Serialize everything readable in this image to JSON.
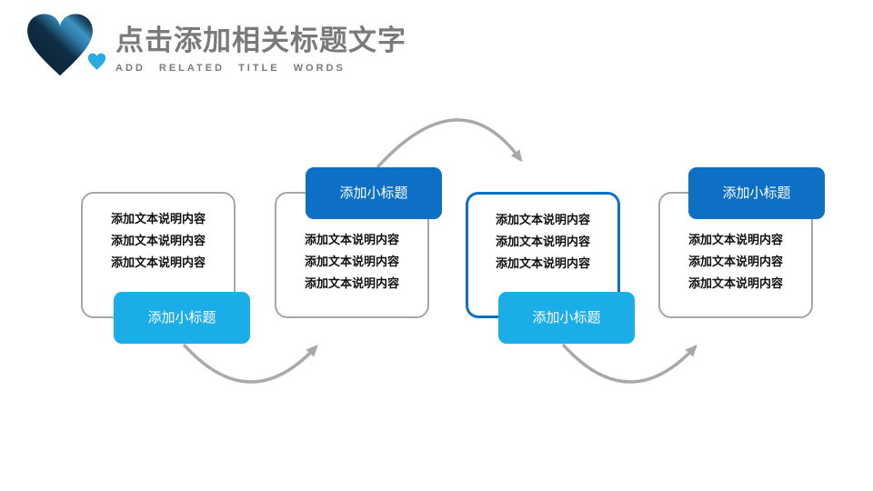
{
  "slide": {
    "title": "点击添加相关标题文字",
    "subtitle": "ADD RELATED TITLE WORDS"
  },
  "colors": {
    "title_text": "#7a7a7a",
    "dark_blue": "#0d70c4",
    "light_blue": "#1aade8",
    "box_border_gray": "#a6a6a6",
    "box_border_blue": "#0d70c4",
    "arrow_gray": "#a9a9a9",
    "body_text": "#111111",
    "label_text": "#ffffff",
    "heart_navy": "#0e2a3f",
    "heart_highlight": "#3d93c0",
    "heart_small_blue": "#29abe2"
  },
  "steps": [
    {
      "label": "添加小标题",
      "label_position": "bottom",
      "label_color": "light_blue",
      "lines": [
        "添加文本说明内容",
        "添加文本说明内容",
        "添加文本说明内容"
      ]
    },
    {
      "label": "添加小标题",
      "label_position": "top",
      "label_color": "dark_blue",
      "lines": [
        "添加文本说明内容",
        "添加文本说明内容",
        "添加文本说明内容"
      ]
    },
    {
      "label": "添加小标题",
      "label_position": "bottom",
      "label_color": "light_blue",
      "lines": [
        "添加文本说明内容",
        "添加文本说明内容",
        "添加文本说明内容"
      ]
    },
    {
      "label": "添加小标题",
      "label_position": "top",
      "label_color": "dark_blue",
      "lines": [
        "添加文本说明内容",
        "添加文本说明内容",
        "添加文本说明内容"
      ]
    }
  ]
}
